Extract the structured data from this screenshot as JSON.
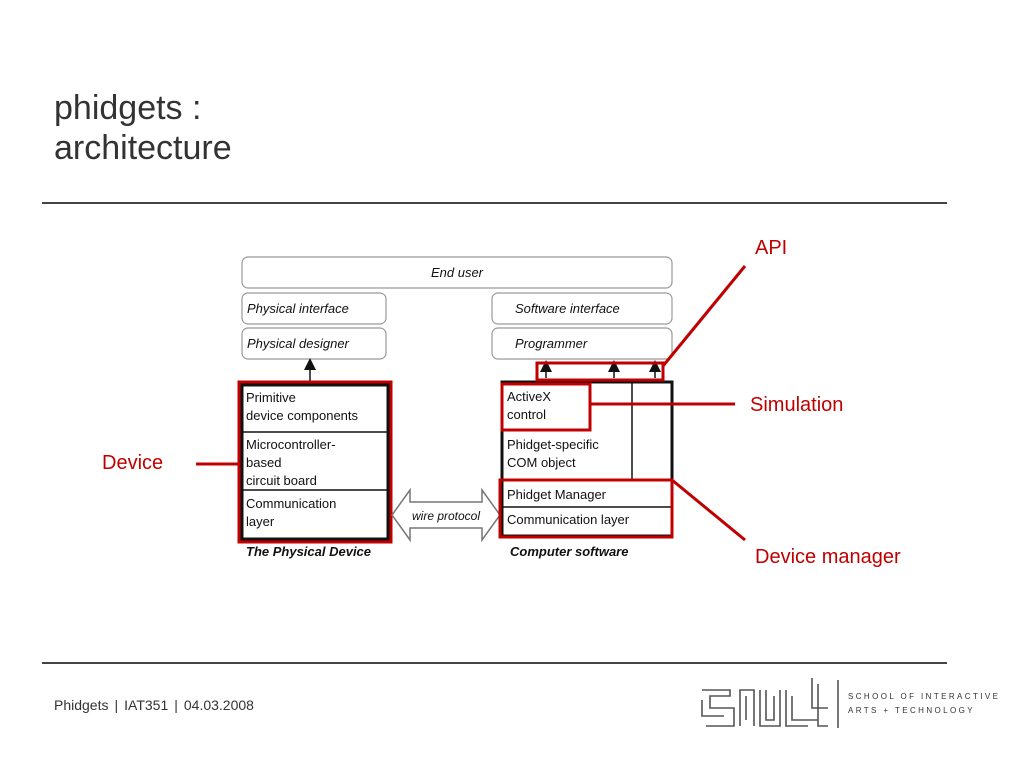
{
  "slide": {
    "title_line1": "phidgets :",
    "title_line2": "architecture"
  },
  "diagram": {
    "end_user": "End user",
    "physical_interface": "Physical interface",
    "physical_designer": "Physical designer",
    "software_interface": "Software interface",
    "programmer": "Programmer",
    "primitive_line1": "Primitive",
    "primitive_line2": "device components",
    "micro_line1": "Microcontroller-",
    "micro_line2": "based",
    "micro_line3": "circuit board",
    "comm_line1": "Communication",
    "comm_line2": "layer",
    "wire_protocol": "wire protocol",
    "activex_line1": "ActiveX",
    "activex_line2": "control",
    "com_line1": "Phidget-specific",
    "com_line2": "COM object",
    "phidget_manager": "Phidget Manager",
    "comm_layer_sw": "Communication layer",
    "physical_device_caption": "The Physical Device",
    "computer_software_caption": "Computer software"
  },
  "annotations": {
    "api": "API",
    "simulation": "Simulation",
    "device": "Device",
    "device_manager": "Device manager",
    "accent_color": "#c00000"
  },
  "footer": {
    "course": "Phidgets",
    "code": "IAT351",
    "date": "04.03.2008",
    "separator": "|"
  },
  "logo": {
    "line1": "SCHOOL OF INTERACTIVE",
    "line2": "ARTS + TECHNOLOGY"
  }
}
